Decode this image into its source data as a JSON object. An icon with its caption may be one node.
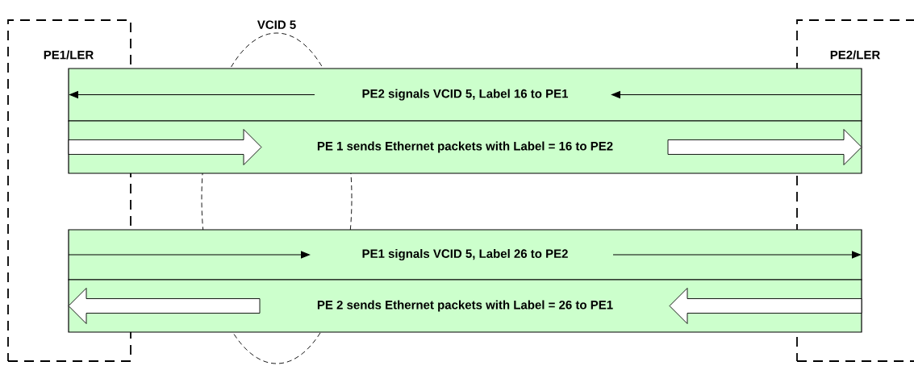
{
  "diagram": {
    "nodes": [
      {
        "text": [
          "PE1/LER"
        ]
      },
      {
        "text": [
          "PE2/LER"
        ]
      },
      {
        "text": [
          "VCID 5"
        ]
      },
      {
        "text": [
          "PE2 signals VCID 5, Label 16 to PE1"
        ]
      },
      {
        "text": [
          "PE 1 sends Ethernet packets with Label = 16 to PE2"
        ]
      },
      {
        "text": [
          "PE1 signals VCID 5, Label 26 to PE2"
        ]
      },
      {
        "text": [
          "PE 2 sends Ethernet packets with Label = 26 to PE1"
        ]
      }
    ]
  }
}
